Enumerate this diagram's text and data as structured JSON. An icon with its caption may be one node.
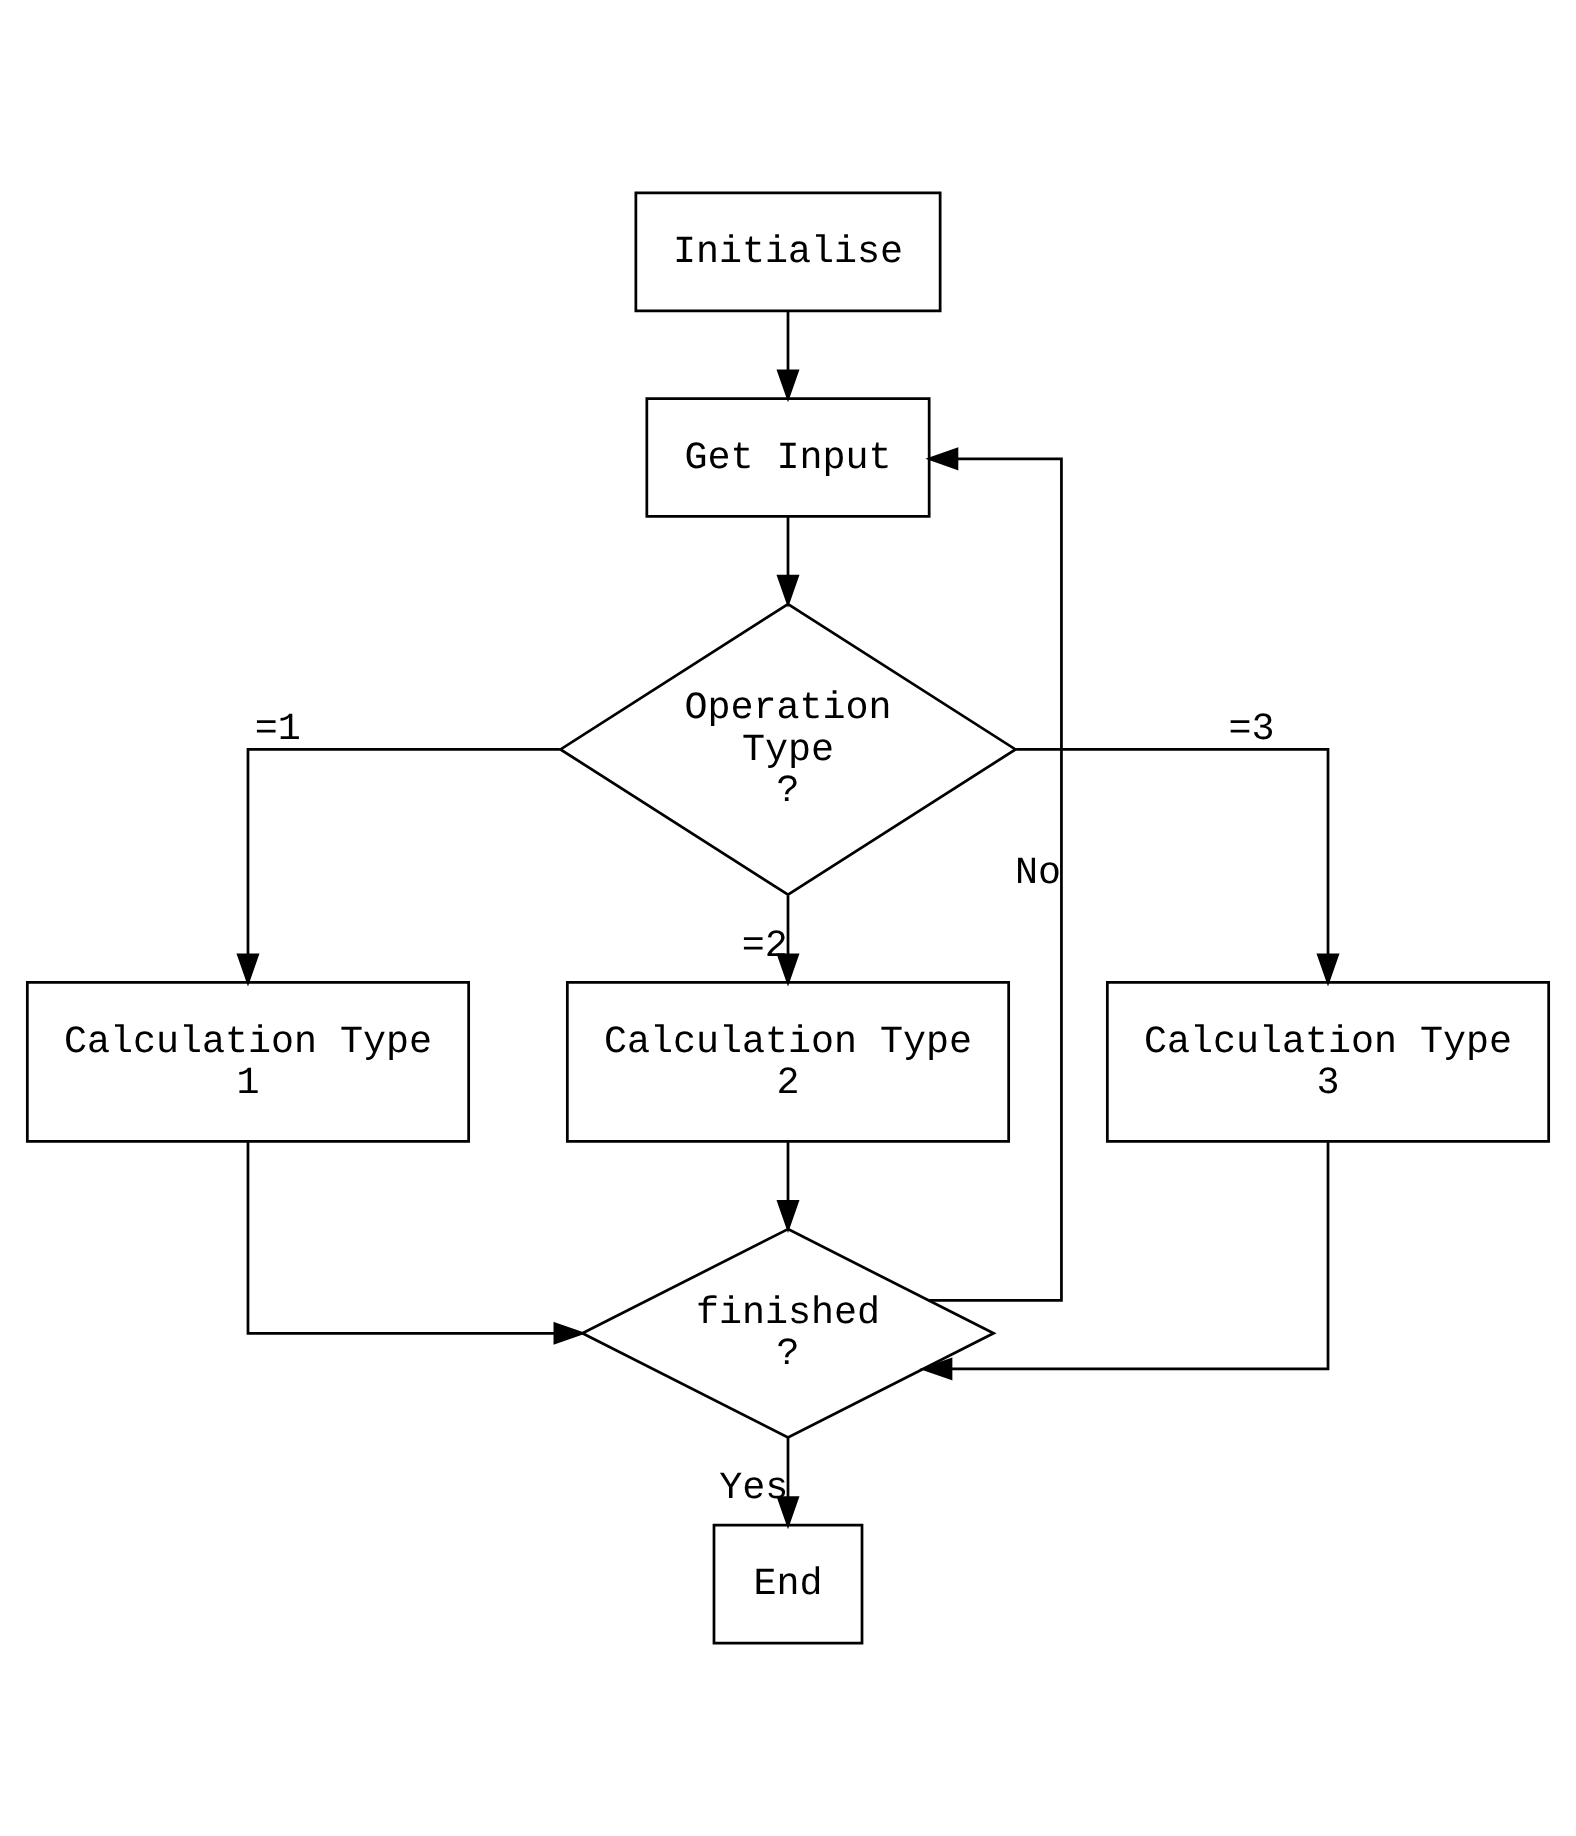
{
  "diagram": {
    "nodes": [
      {
        "text": [
          "Initialise"
        ]
      },
      {
        "text": [
          "Get Input"
        ]
      },
      {
        "text": [
          "Operation Type ?"
        ]
      },
      {
        "text": [
          "Calculation Type 1"
        ]
      },
      {
        "text": [
          "Calculation Type 2"
        ]
      },
      {
        "text": [
          "Calculation Type 3"
        ]
      },
      {
        "text": [
          "finished ?"
        ]
      },
      {
        "text": [
          "End"
        ]
      }
    ],
    "edges": [
      {
        "from": 0,
        "to": 1,
        "arrow": "to"
      },
      {
        "from": 1,
        "to": 2,
        "arrow": "to"
      },
      {
        "from": 2,
        "to": 3,
        "arrow": "to",
        "label": "=1"
      },
      {
        "from": 2,
        "to": 4,
        "arrow": "to",
        "label": "=2"
      },
      {
        "from": 2,
        "to": 5,
        "arrow": "to",
        "label": "=3"
      },
      {
        "from": 3,
        "to": 6,
        "arrow": "to"
      },
      {
        "from": 4,
        "to": 6,
        "arrow": "to"
      },
      {
        "from": 5,
        "to": 6,
        "arrow": "to"
      },
      {
        "from": 6,
        "to": 7,
        "arrow": "to",
        "label": "Yes"
      },
      {
        "from": 6,
        "to": 1,
        "arrow": "to",
        "label": "No"
      }
    ]
  }
}
